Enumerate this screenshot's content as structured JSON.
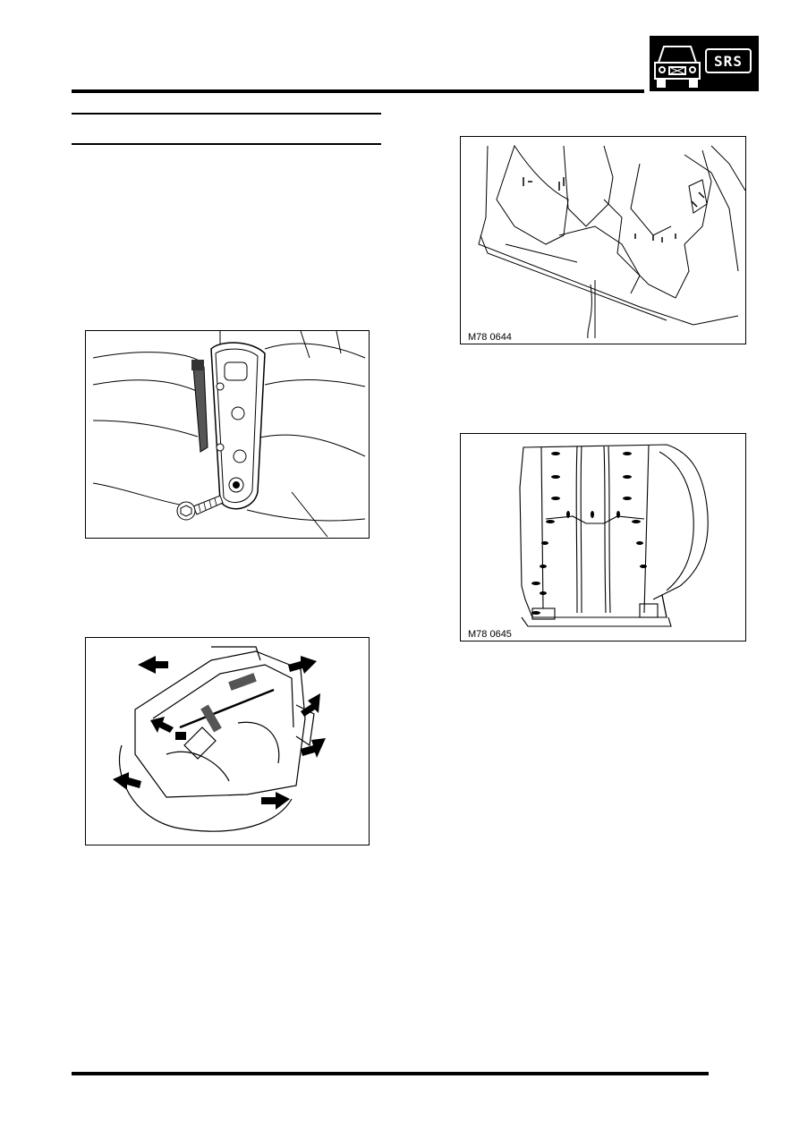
{
  "header": {
    "badge_icon": "car-front-icon",
    "badge_text": "SRS"
  },
  "figures": [
    {
      "id": "fig-seat-hinge",
      "label": "",
      "icon": "seat-hinge-bolt-illustration"
    },
    {
      "id": "fig-cushion-cover",
      "label": "",
      "icon": "seat-cushion-cover-removal-illustration"
    },
    {
      "id": "fig-0644",
      "label": "M78 0644",
      "icon": "seat-cover-hog-rings-illustration"
    },
    {
      "id": "fig-0645",
      "label": "M78 0645",
      "icon": "seat-cushion-clips-illustration"
    }
  ]
}
